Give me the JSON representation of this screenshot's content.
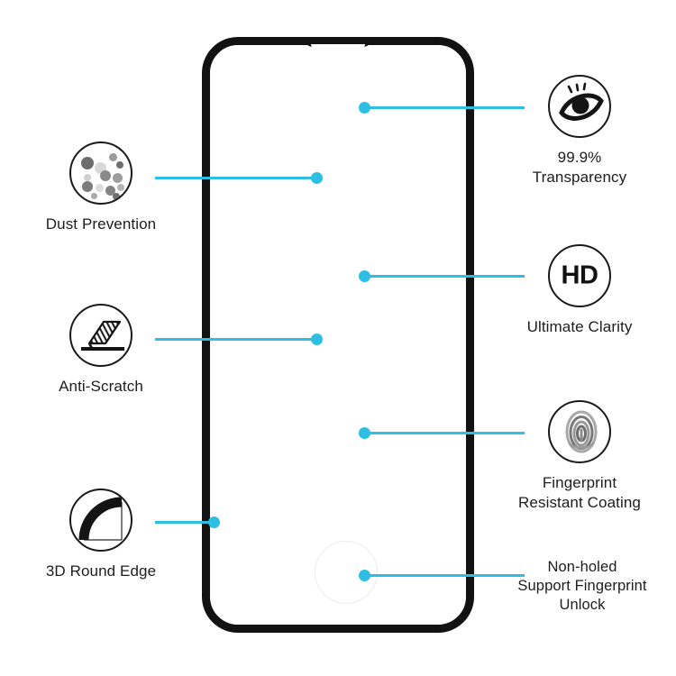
{
  "product": {
    "device_label": "smartphone-screen-protector",
    "accent_color": "#2ebee4",
    "bezel_color": "#121212"
  },
  "features_left": [
    {
      "id": "dust-prevention",
      "icon": "dust-particles-icon",
      "label": "Dust Prevention"
    },
    {
      "id": "anti-scratch",
      "icon": "scratch-blade-icon",
      "label": "Anti-Scratch"
    },
    {
      "id": "round-edge",
      "icon": "round-edge-arc-icon",
      "label": "3D Round Edge"
    }
  ],
  "features_right": [
    {
      "id": "transparency",
      "icon": "eye-icon",
      "label": "99.9%\nTransparency"
    },
    {
      "id": "clarity",
      "icon": "hd-icon",
      "icon_text": "HD",
      "label": "Ultimate Clarity"
    },
    {
      "id": "fingerprint-resistant",
      "icon": "fingerprint-icon",
      "label": "Fingerprint\nResistant Coating"
    },
    {
      "id": "fingerprint-unlock",
      "icon": "none",
      "label": "Non-holed\nSupport Fingerprint\nUnlock"
    }
  ]
}
